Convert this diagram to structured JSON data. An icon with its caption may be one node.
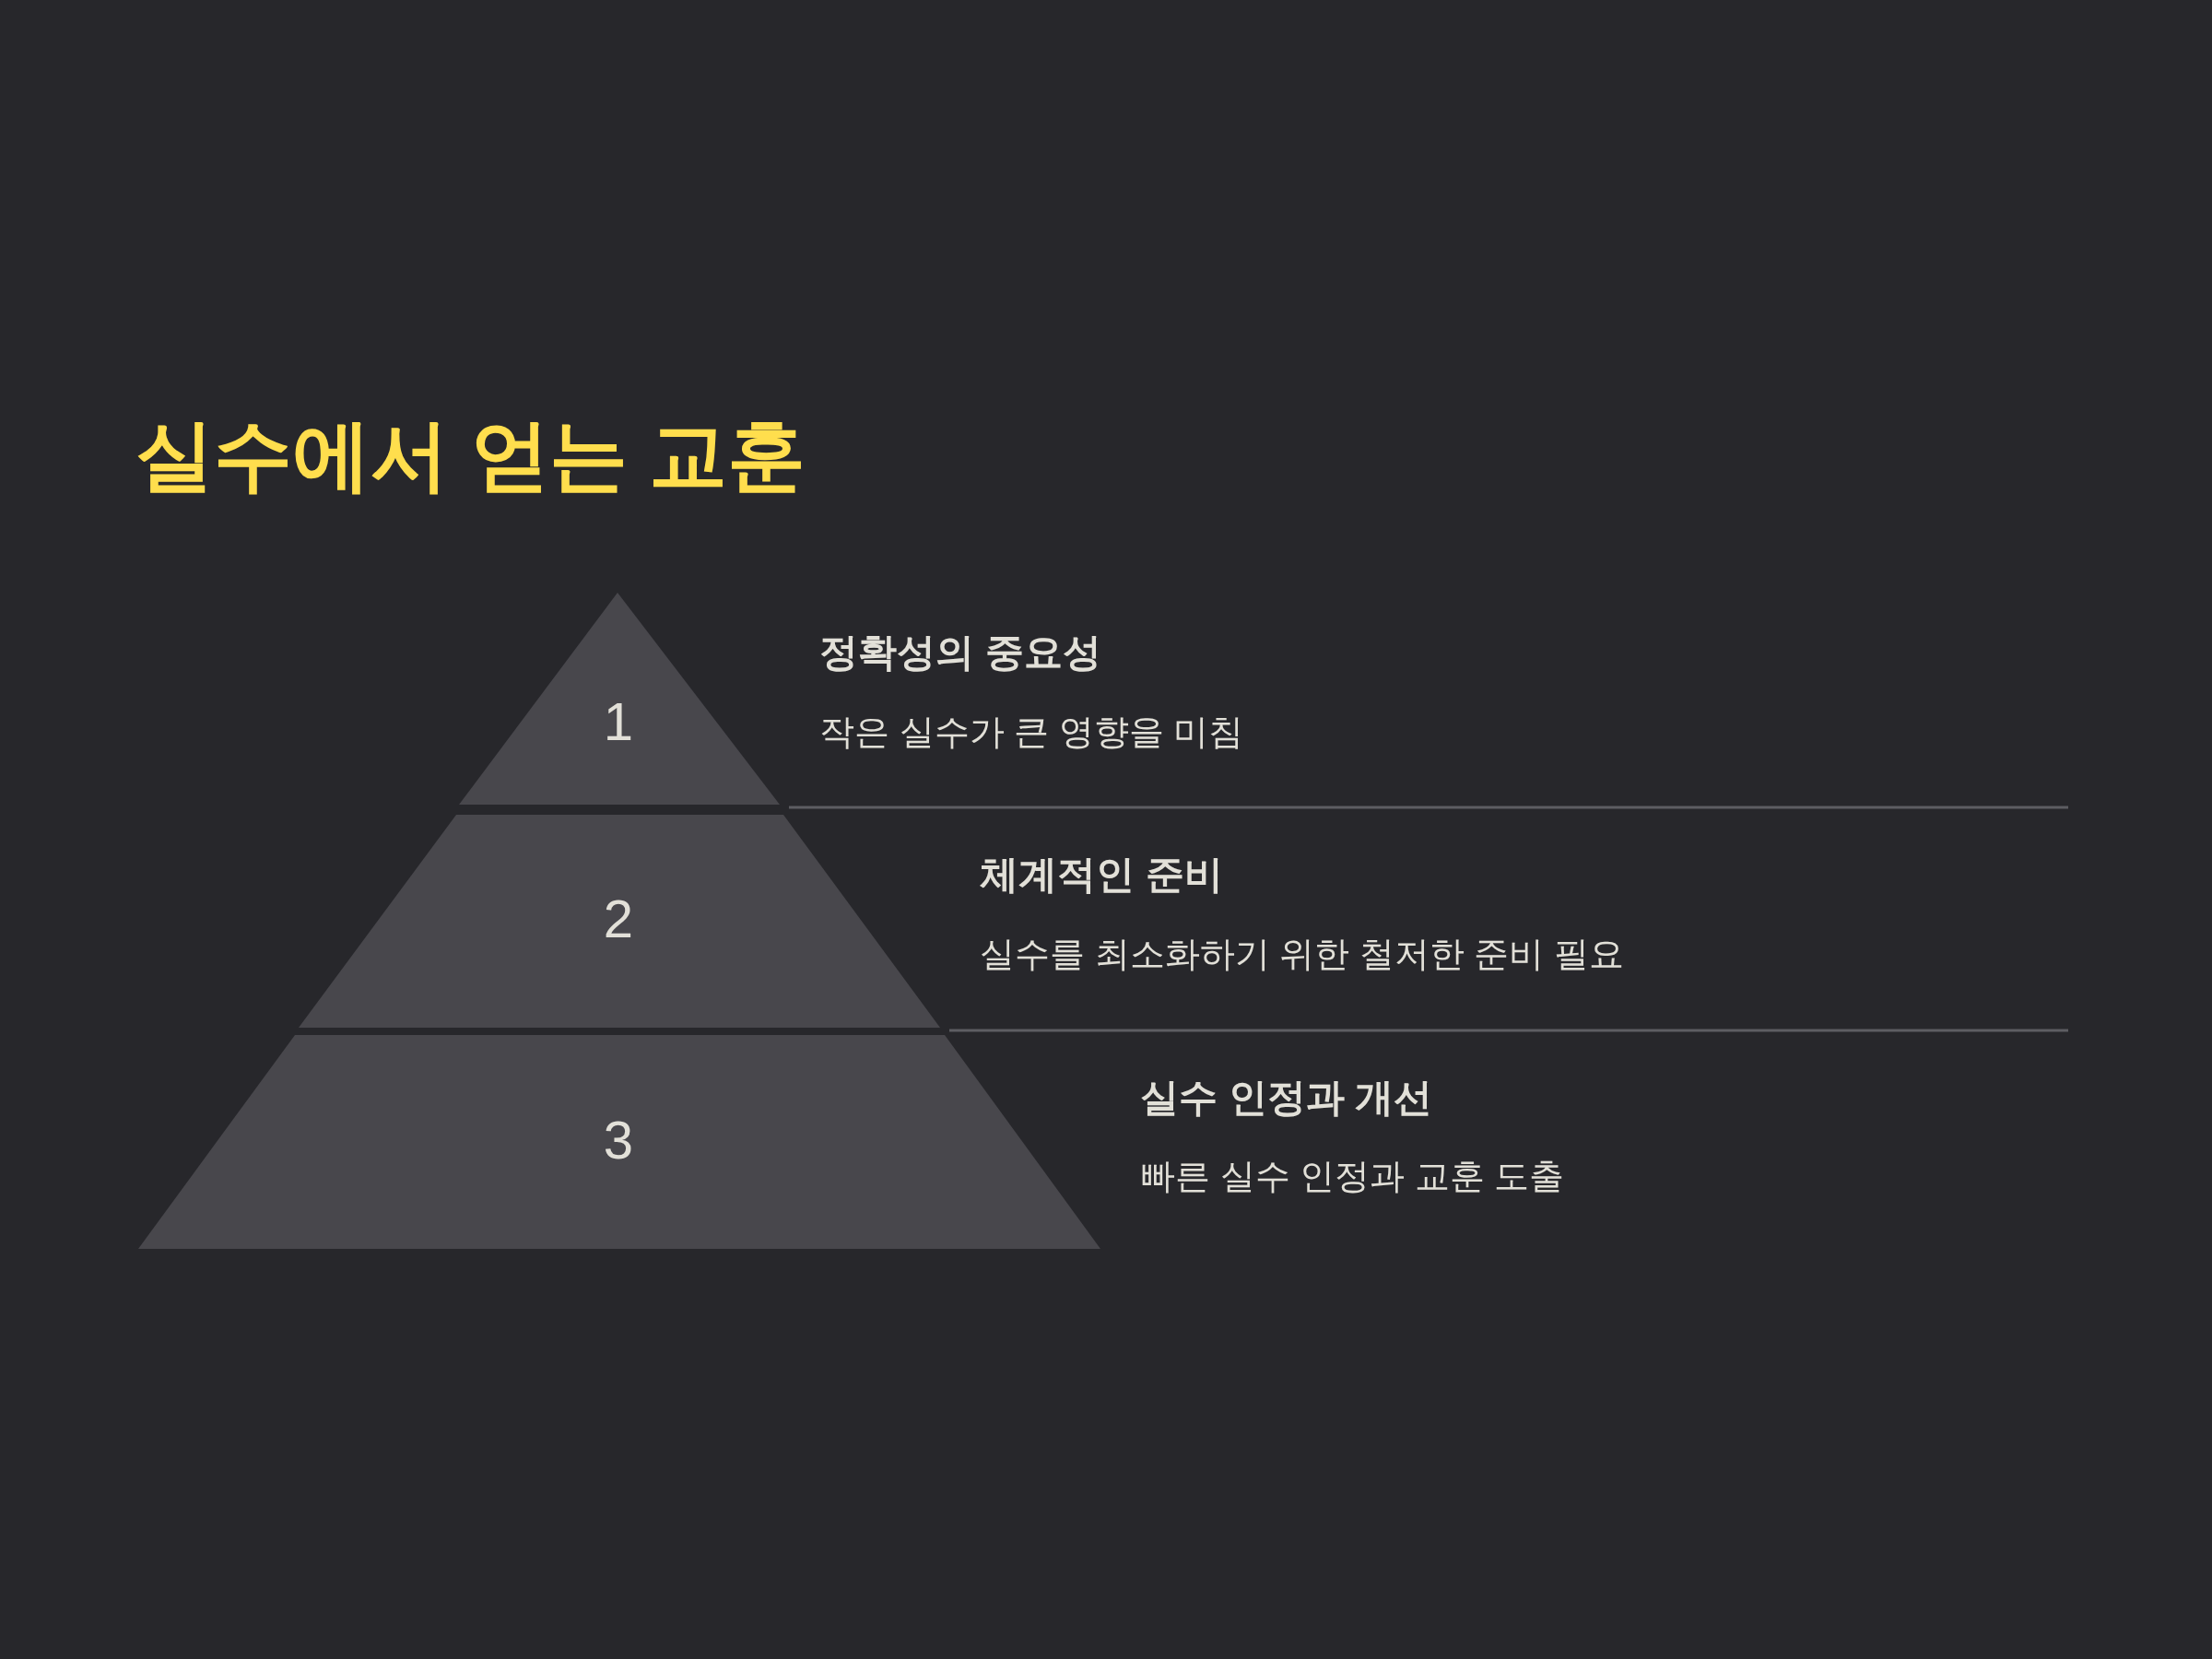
{
  "diagram": {
    "title": "실수에서 얻는 교훈",
    "nodes": [
      {
        "text": [
          "1"
        ],
        "beside": [
          "정확성의 중요성",
          "작은 실수가 큰 영향을 미침"
        ]
      },
      {
        "text": [
          "2"
        ],
        "beside": [
          "체계적인 준비",
          "실수를 최소화하기 위한 철저한 준비 필요"
        ]
      },
      {
        "text": [
          "3"
        ],
        "beside": [
          "실수 인정과 개선",
          "빠른 실수 인정과 교훈 도출"
        ]
      }
    ]
  }
}
